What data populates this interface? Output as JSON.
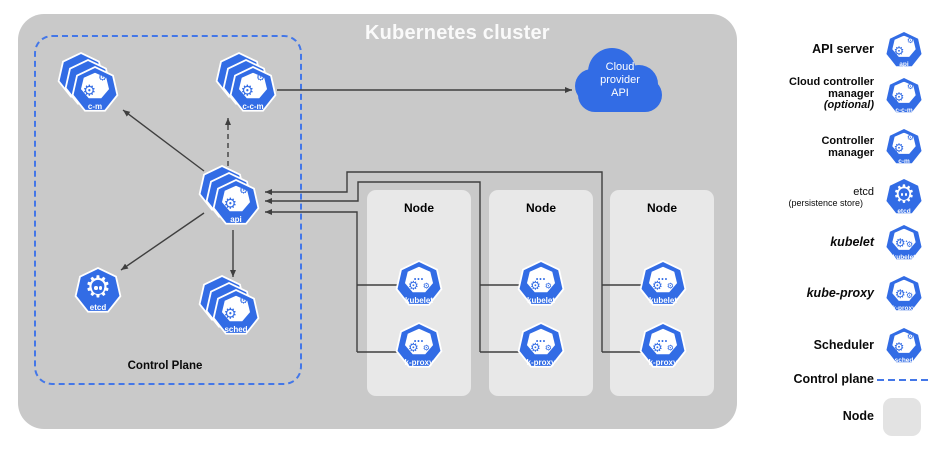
{
  "colors": {
    "kubernetes_blue": "#326CE5",
    "control_plane_dash_blue": "#4377e8",
    "cluster_background": "#c9c9c9",
    "node_background": "#e8e8e8",
    "connector_line": "#3f3f3f",
    "title_text": "#fafafa"
  },
  "diagram": {
    "cluster_title": "Kubernetes cluster",
    "control_plane_label": "Control Plane",
    "cloud_api": {
      "line1": "Cloud",
      "line2": "provider",
      "line3": "API"
    },
    "icon_labels": {
      "api": "api",
      "c_m": "c-m",
      "c_c_m": "c-c-m",
      "etcd": "etcd",
      "sched": "sched",
      "kubelet": "kubelet",
      "k_proxy": "k-proxy"
    },
    "nodes": [
      {
        "label": "Node"
      },
      {
        "label": "Node"
      },
      {
        "label": "Node"
      }
    ]
  },
  "legend": {
    "api_server": {
      "line1": "API server"
    },
    "cloud_controller_manager": {
      "line1": "Cloud controller",
      "line2": "manager",
      "line3": "(optional)"
    },
    "controller_manager": {
      "line1": "Controller",
      "line2": "manager"
    },
    "etcd": {
      "line1": "etcd",
      "line2": "(persistence store)"
    },
    "kubelet": {
      "line1": "kubelet"
    },
    "kube_proxy": {
      "line1": "kube-proxy"
    },
    "scheduler": {
      "line1": "Scheduler"
    },
    "control_plane": {
      "line1": "Control plane"
    },
    "node": {
      "line1": "Node"
    }
  }
}
